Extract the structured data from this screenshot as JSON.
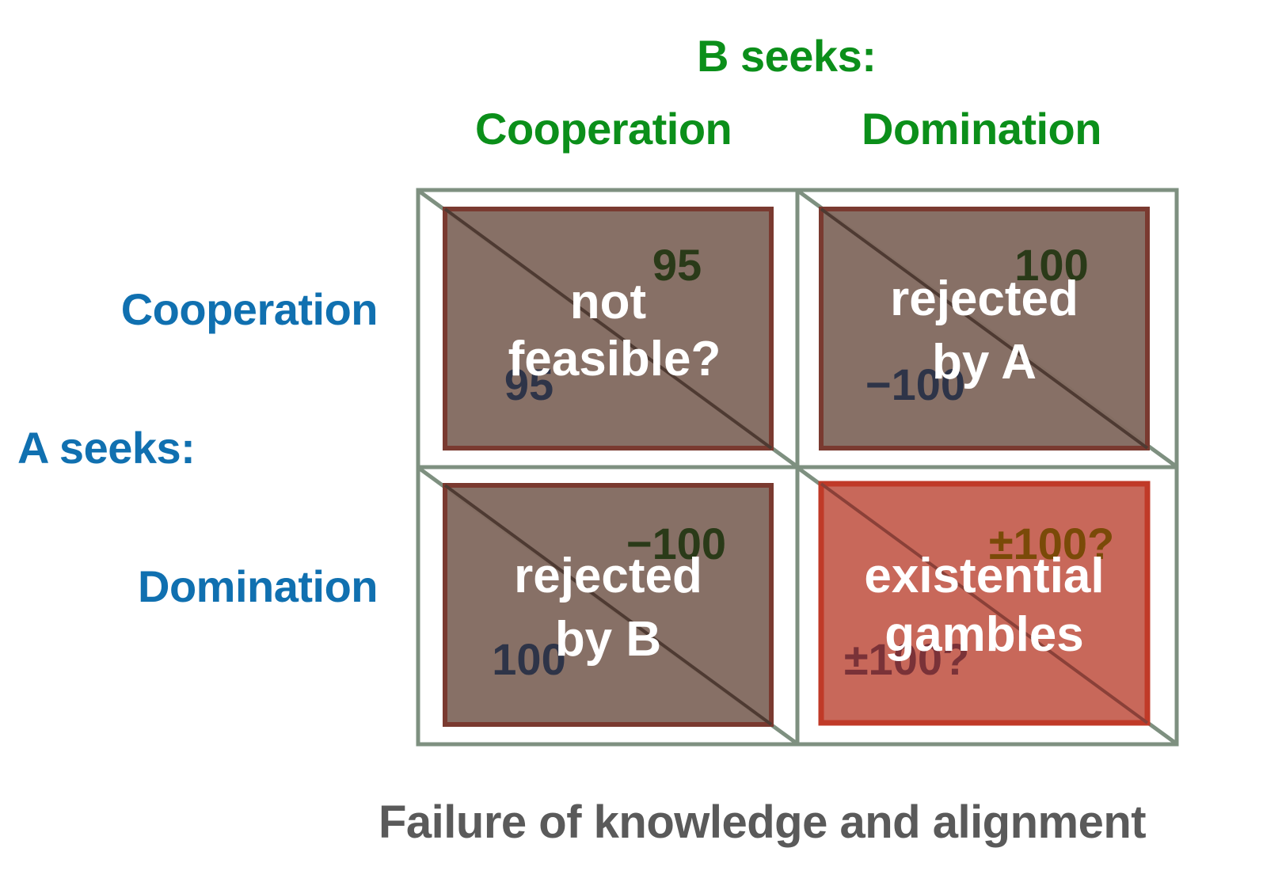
{
  "header": {
    "b_seeks": "B seeks:",
    "columns": [
      "Cooperation",
      "Domination"
    ]
  },
  "rows_header": {
    "a_seeks": "A seeks:",
    "rows": [
      "Cooperation",
      "Domination"
    ]
  },
  "cells": {
    "coop_coop": {
      "line1": "not",
      "line2": "feasible?",
      "payoff_top": "95",
      "payoff_bottom": "95"
    },
    "coop_dom": {
      "line1": "rejected",
      "line2": "by A",
      "payoff_top": "100",
      "payoff_bottom": "−100"
    },
    "dom_coop": {
      "line1": "rejected",
      "line2": "by B",
      "payoff_top": "−100",
      "payoff_bottom": "100"
    },
    "dom_dom": {
      "line1": "existential",
      "line2": "gambles",
      "payoff_top": "±100?",
      "payoff_bottom": "±100?"
    }
  },
  "caption": "Failure of knowledge and alignment",
  "colors": {
    "grid": "#7e9080",
    "cell_fill": "#836b61",
    "cell_border": "#7a3a30",
    "highlight_fill": "#c8685a",
    "highlight_border": "#c03a28",
    "green_label": "#0b8f1a",
    "blue_label": "#1070b0"
  }
}
